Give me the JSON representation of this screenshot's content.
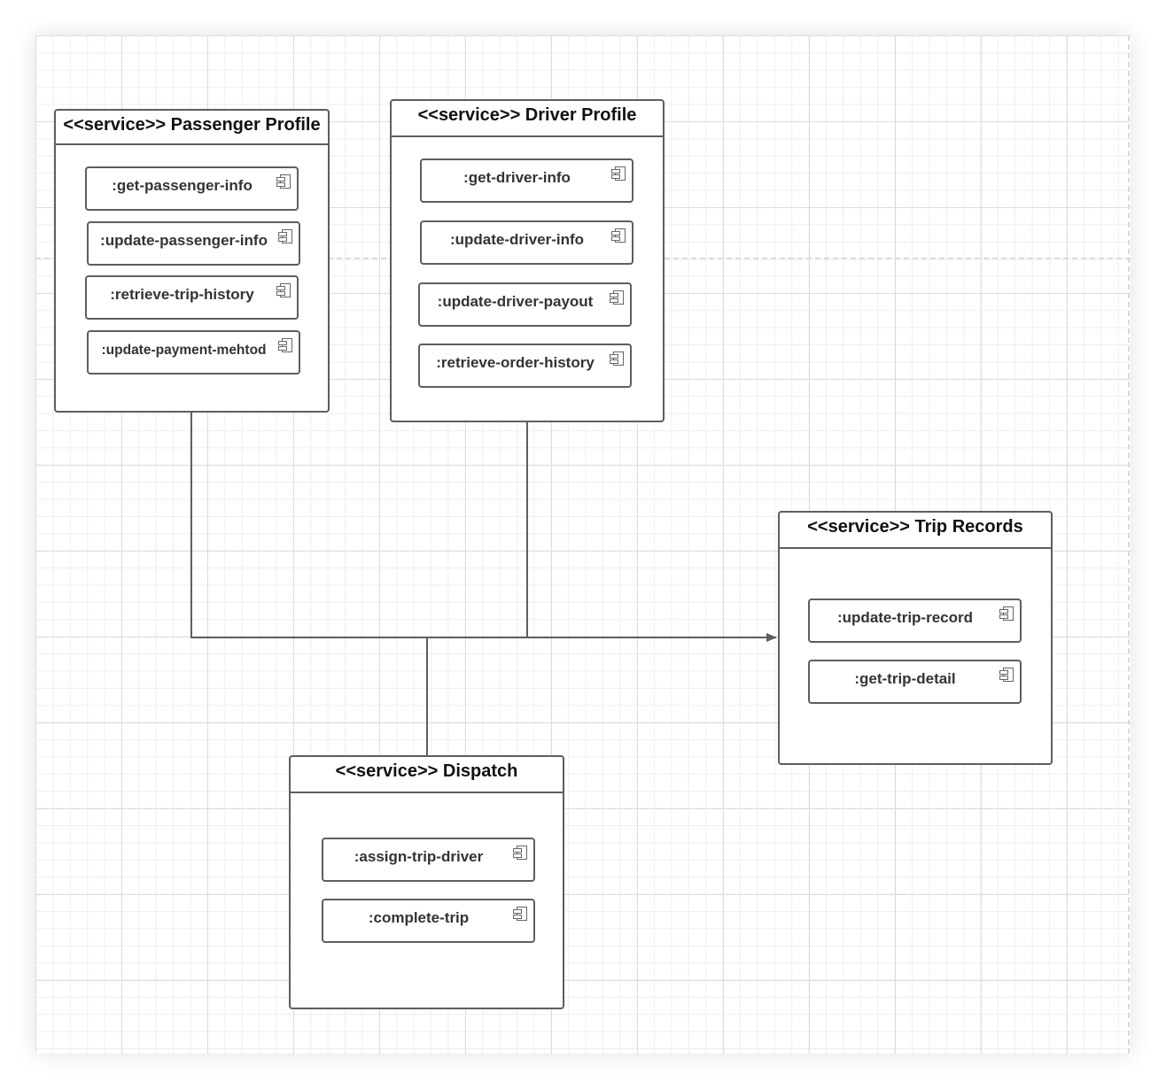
{
  "services": [
    {
      "id": "passenger",
      "title": "<<service>> Passenger Profile",
      "components": [
        ":get-passenger-info",
        ":update-passenger-info",
        ":retrieve-trip-history",
        ":update-payment-mehtod"
      ]
    },
    {
      "id": "driver",
      "title": "<<service>> Driver Profile",
      "components": [
        ":get-driver-info",
        ":update-driver-info",
        ":update-driver-payout",
        ":retrieve-order-history"
      ]
    },
    {
      "id": "trip",
      "title": "<<service>> Trip Records",
      "components": [
        ":update-trip-record",
        ":get-trip-detail"
      ]
    },
    {
      "id": "dispatch",
      "title": "<<service>> Dispatch",
      "components": [
        ":assign-trip-driver",
        ":complete-trip"
      ]
    }
  ],
  "colors": {
    "line": "#5e5e5e",
    "grid": "#dcdcdc"
  }
}
